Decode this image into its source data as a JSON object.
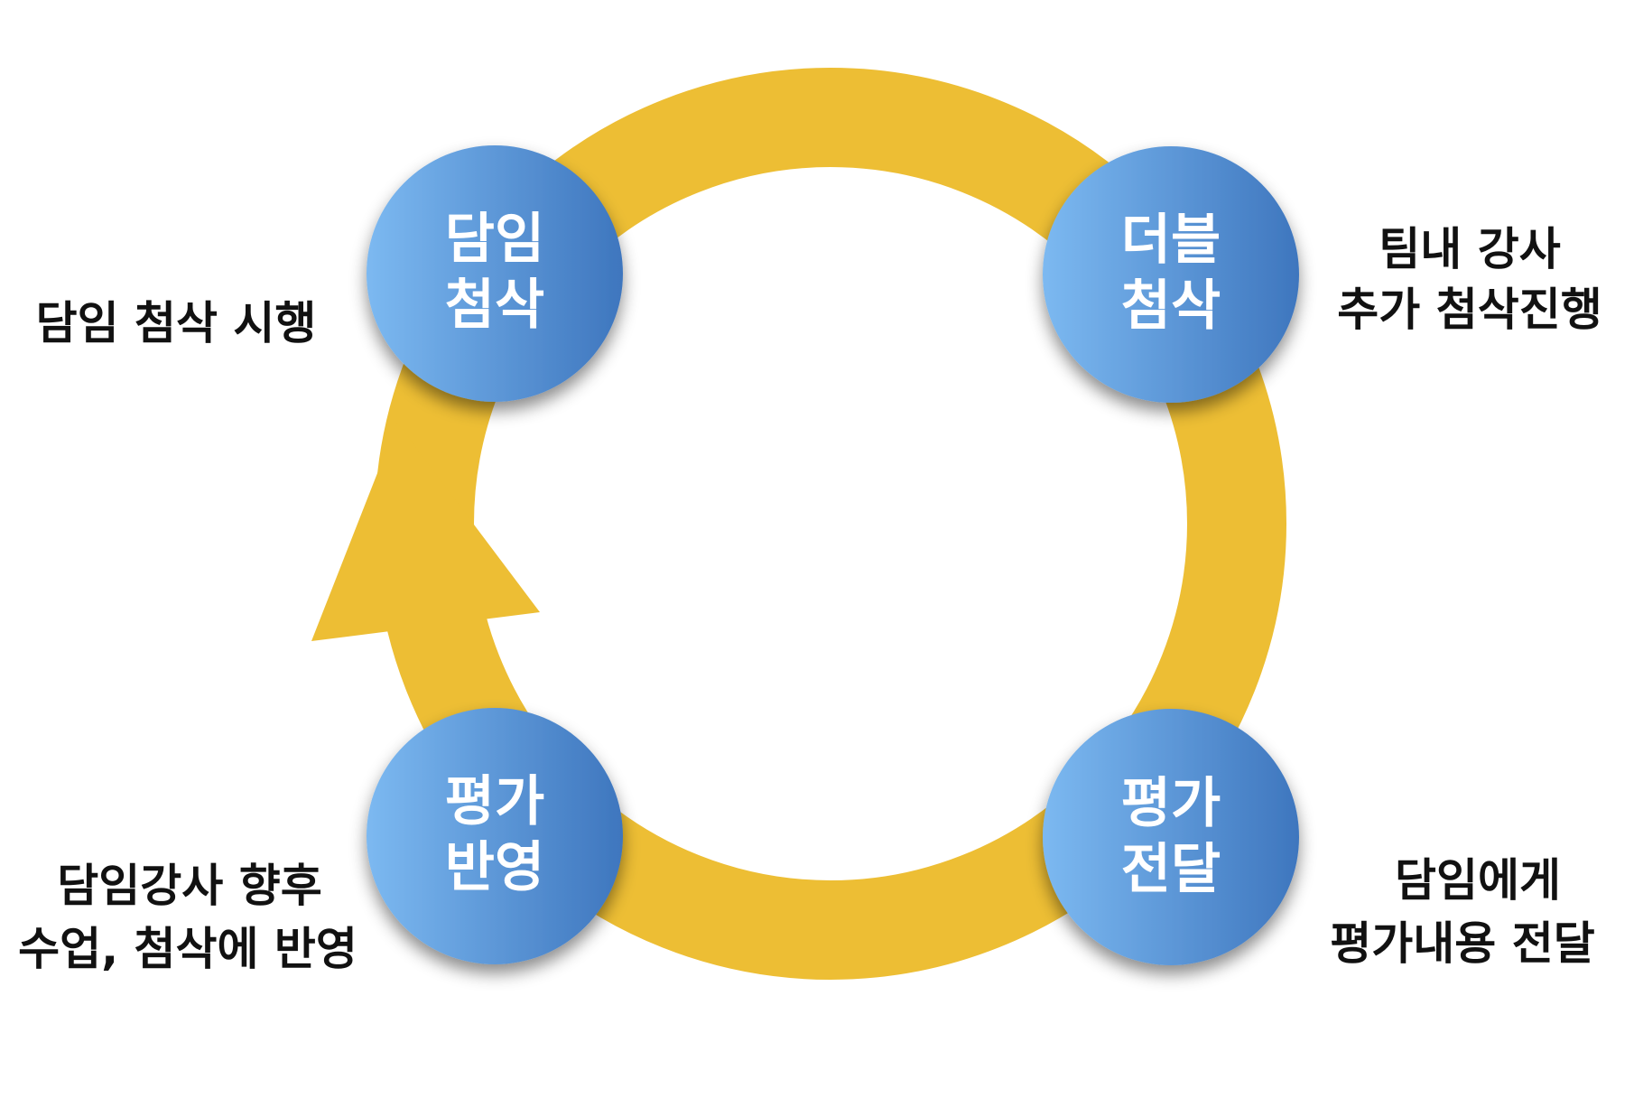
{
  "colors": {
    "cycle_arrow": "#EDBE34",
    "node_gradient_start": "#7CB9F1",
    "node_gradient_end": "#3E76BE",
    "node_text": "#FFFFFF",
    "description_text": "#111111"
  },
  "nodes": [
    {
      "id": "homeroom-review",
      "line1": "담임",
      "line2": "첨삭",
      "description": [
        "담임 첨삭 시행"
      ]
    },
    {
      "id": "double-review",
      "line1": "더블",
      "line2": "첨삭",
      "description": [
        "팀내 강사",
        "추가 첨삭진행"
      ]
    },
    {
      "id": "evaluation-delivery",
      "line1": "평가",
      "line2": "전달",
      "description": [
        "담임에게",
        "평가내용 전달"
      ]
    },
    {
      "id": "evaluation-reflection",
      "line1": "평가",
      "line2": "반영",
      "description": [
        "담임강사 향후",
        "수업, 첨삭에 반영"
      ]
    }
  ]
}
